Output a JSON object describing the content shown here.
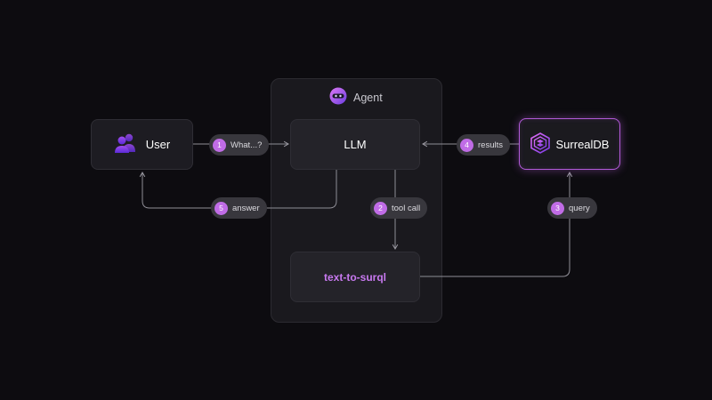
{
  "agent": {
    "label": "Agent",
    "icon": "agent-icon"
  },
  "nodes": {
    "user": {
      "label": "User",
      "icon": "users-icon"
    },
    "llm": {
      "label": "LLM"
    },
    "text_to_surql": {
      "label": "text-to-surql"
    },
    "surrealdb": {
      "label": "SurrealDB",
      "icon": "surrealdb-logo-icon"
    }
  },
  "steps": [
    {
      "number": "1",
      "label": "What...?"
    },
    {
      "number": "2",
      "label": "tool call"
    },
    {
      "number": "3",
      "label": "query"
    },
    {
      "number": "4",
      "label": "results"
    },
    {
      "number": "5",
      "label": "answer"
    }
  ],
  "colors": {
    "background": "#0d0c10",
    "accent": "#c06ce6",
    "surreal_border": "#b25ad8",
    "wire": "#8f8e96"
  }
}
